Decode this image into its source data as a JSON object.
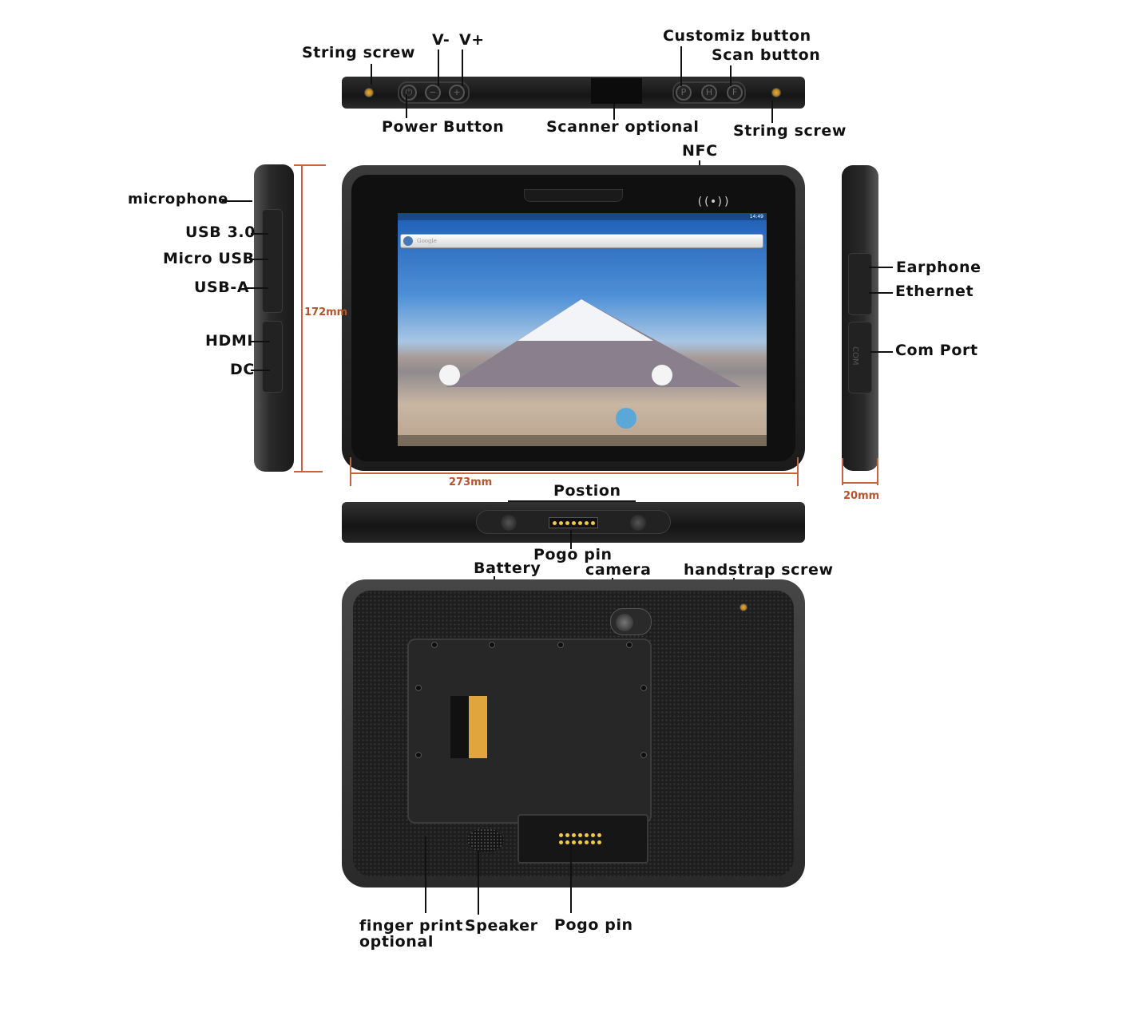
{
  "labels": {
    "string_screw_left": "String screw",
    "v_minus": "V-",
    "v_plus": "V+",
    "customiz_button": "Customiz button",
    "scan_button": "Scan button",
    "power_button": "Power Button",
    "scanner_optional": "Scanner optional",
    "string_screw_right": "String screw",
    "nfc": "NFC",
    "microphone": "microphone",
    "usb30": "USB 3.0",
    "micro_usb": "Micro USB",
    "usb_a": "USB-A",
    "hdmi": "HDMI",
    "dc": "DC",
    "earphone": "Earphone",
    "ethernet": "Ethernet",
    "com_port": "Com Port",
    "postion": "Postion",
    "pogo_pin_top": "Pogo pin",
    "battery": "Battery",
    "camera": "camera",
    "handstrap_screw": "handstrap screw",
    "finger_print_1": "finger print",
    "finger_print_2": "optional",
    "speaker": "Speaker",
    "pogo_pin_bottom": "Pogo pin"
  },
  "dimensions": {
    "height": "172mm",
    "width": "273mm",
    "thickness": "20mm"
  },
  "device_buttons": {
    "customiz": "P",
    "home": "H",
    "scan": "F",
    "power": "⏻",
    "minus": "−",
    "plus": "+"
  },
  "screen": {
    "status_time": "14:49",
    "search_placeholder": "Google",
    "nfc_symbol": "((•))"
  },
  "side_ports": {
    "com": "COM"
  },
  "colors": {
    "dimension": "#c8643c",
    "label": "#111111",
    "device_body": "#2a2a2a",
    "pin": "#f0c84a"
  }
}
